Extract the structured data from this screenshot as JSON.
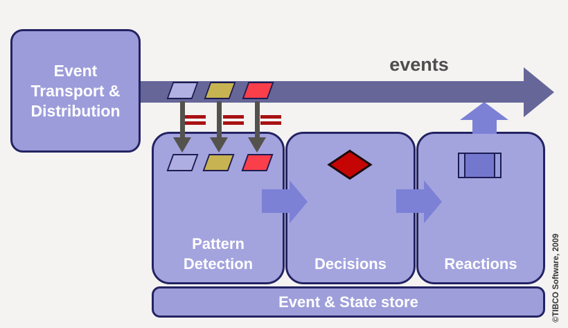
{
  "diagram": {
    "events_label": "events",
    "transport_box": {
      "line1": "Event",
      "line2": "Transport &",
      "line3": "Distribution"
    },
    "pattern_box": {
      "line1": "Pattern",
      "line2": "Detection"
    },
    "decisions_box": {
      "label": "Decisions"
    },
    "reactions_box": {
      "label": "Reactions"
    },
    "store_box": {
      "label": "Event & State store"
    },
    "copyright": "©TIBCO Software, 2009"
  },
  "icons": {
    "event_tokens_on_band": [
      "purple-event-token",
      "gold-event-token",
      "red-event-token"
    ],
    "event_tokens_in_pattern_box": [
      "purple-event-token",
      "gold-event-token",
      "red-event-token"
    ],
    "stream_markers": "red-equals-marker",
    "decision_glyph": "decision-diamond",
    "reaction_glyph": "predefined-process-rectangle"
  },
  "colors": {
    "background": "#f4f3f1",
    "band": "#666699",
    "box_fill": "#a3a3de",
    "transport_box_fill": "#9c9cdb",
    "store_box_fill": "#9e9edb",
    "box_border": "#232363",
    "flow_arrow_purple": "#7c81d6",
    "down_arrow_gray": "#54524d",
    "token_purple": "#b1b1e3",
    "token_gold": "#c7b351",
    "token_red": "#fa3f4a",
    "equals_red": "#a81114",
    "diamond_red": "#c50404",
    "label_text": "#ffffff",
    "events_text": "#4d4d4f"
  }
}
